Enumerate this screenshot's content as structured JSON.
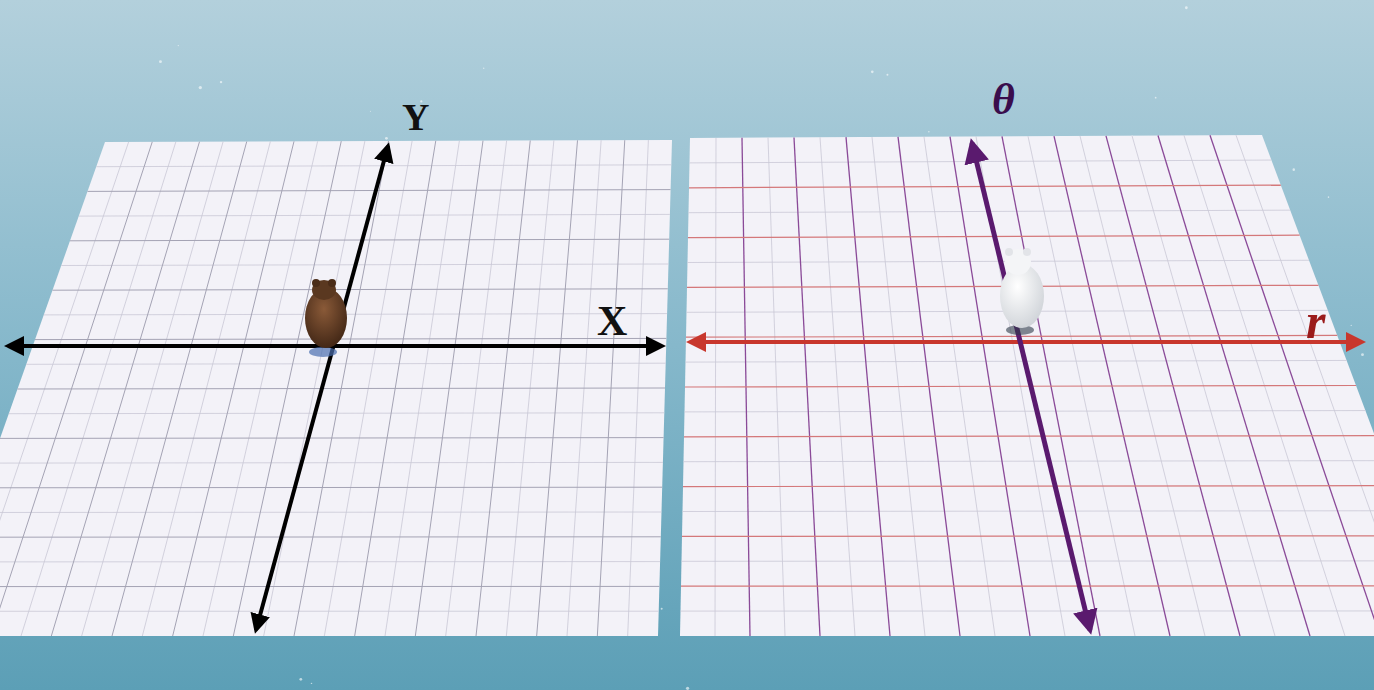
{
  "diagram": {
    "labels": [
      "Y",
      "X",
      "θ",
      "r"
    ]
  }
}
